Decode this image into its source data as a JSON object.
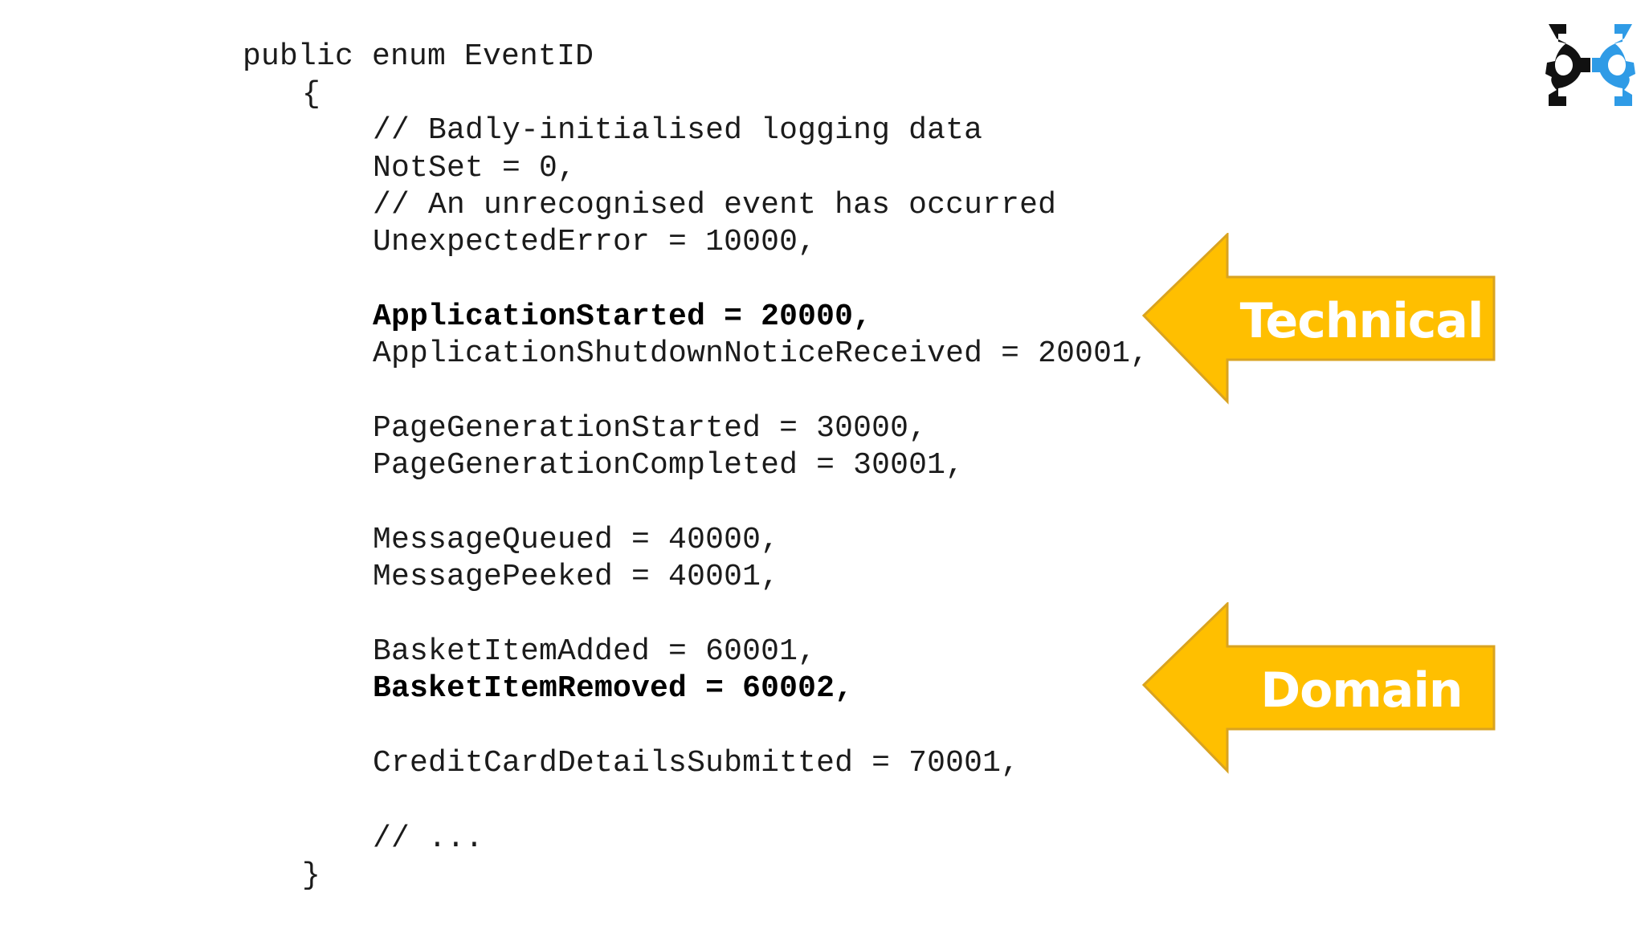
{
  "code": {
    "lines": [
      "public enum EventID",
      "{",
      "// Badly-initialised logging data",
      "NotSet = 0,",
      "// An unrecognised event has occurred",
      "UnexpectedError = 10000,",
      "ApplicationStarted = 20000,",
      "ApplicationShutdownNoticeReceived = 20001,",
      "PageGenerationStarted = 30000,",
      "PageGenerationCompleted = 30001,",
      "MessageQueued = 40000,",
      "MessagePeeked = 40001,",
      "BasketItemAdded = 60001,",
      "BasketItemRemoved = 60002,",
      "CreditCardDetailsSubmitted = 70001,",
      "// ...",
      "}"
    ]
  },
  "callouts": {
    "technical": {
      "label": "Technical"
    },
    "domain": {
      "label": "Domain"
    }
  },
  "colors": {
    "arrow_fill": "#FFBF00",
    "arrow_stroke": "#D9A320",
    "logo_black": "#111111",
    "logo_blue": "#2F9BE6"
  },
  "icons": {
    "logo": "gear-bracket-logo-icon"
  }
}
